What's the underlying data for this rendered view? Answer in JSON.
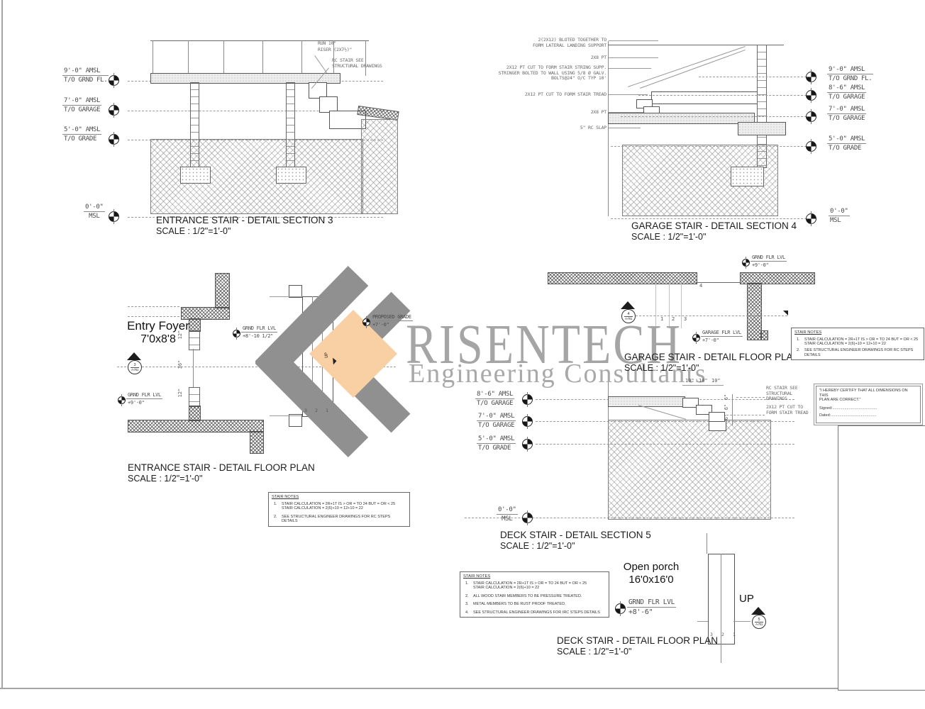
{
  "watermark": {
    "brand": "RISENTECH",
    "tagline": "Engineering Consultants",
    "brand_color": "#a5a5a5",
    "chevron_color": "#909090",
    "diamond_color": "#f8d0a4"
  },
  "s3": {
    "title": "ENTRANCE STAIR - DETAIL SECTION 3",
    "scale": "SCALE : 1/2\"=1'-0\"",
    "levels": [
      {
        "e": "9'-0\" AMSL",
        "t": "T/O GRND FL."
      },
      {
        "e": "7'-0\" AMSL",
        "t": "T/O GARAGE"
      },
      {
        "e": "5'-0\" AMSL",
        "t": "T/O GRADE"
      },
      {
        "e": "0'-0\"",
        "t": "MSL"
      }
    ],
    "run": "RUN 10\"",
    "riser": "RISER (2X7½)\"",
    "rc1": "RC STAIR SEE",
    "rc2": "STRUCTURAL DRAWINGS"
  },
  "s4": {
    "title": "GARAGE STAIR - DETAIL SECTION 4",
    "scale": "SCALE : 1/2\"=1'-0\"",
    "levels": [
      {
        "e": "9'-0\" AMSL",
        "t": "T/O GRND FL."
      },
      {
        "e": "8'-6\" AMSL",
        "t": "T/O GARAGE"
      },
      {
        "e": "7'-0\" AMSL",
        "t": "T/O GARAGE"
      },
      {
        "e": "5'-0\" AMSL",
        "t": "T/O GRADE"
      },
      {
        "e": "0'-0\"",
        "t": "MSL"
      }
    ],
    "c": [
      [
        "2(2X12) BLOTED TOGETHER TO",
        "FORM LATERAL LANDING SUPPORT"
      ],
      [
        "2X8 PT"
      ],
      [
        "2X12 PT CUT TO FORM STAIR STRING SUPP.",
        "STRINGER BOLTED TO WALL USING 5/8 Ø GALV.",
        "BOLTS@24\" O/C TYP 10'"
      ],
      [
        "2X12 PT CUT TO FORM STAIR TREAD"
      ],
      [
        "2X8 PT"
      ],
      [
        "5\" RC SLAP"
      ]
    ]
  },
  "fpe": {
    "title": "ENTRANCE STAIR - DETAIL FLOOR PLAN",
    "scale": "SCALE : 1/2\"=1'-0\"",
    "room": "Entry Foyer",
    "size": "7'0x8'8",
    "dims": [
      "12\"",
      "36\"",
      "12\""
    ],
    "lvl_mid": [
      "GRND FLR LVL",
      "+8'-10 1/2\""
    ],
    "lvl_grade": [
      "PROPOSED GRADE",
      "+7'-0\""
    ],
    "lvl_grnd": [
      "GRND FLR LVL",
      "+9'-0\""
    ],
    "up": "UP",
    "treads": [
      "3",
      "2",
      "1"
    ],
    "marker": {
      "n": "3",
      "s": "A-701"
    }
  },
  "fpg": {
    "title": "GARAGE STAIR - DETAIL FLOOR PLAN",
    "scale": "SCALE : 1/2\"=1'-0\"",
    "lvl_grnd": [
      "GRND FLR LVL",
      "+9'-0\""
    ],
    "lvl_garage": [
      "GARAGE FLR LVL",
      "+7'-0\""
    ],
    "treads": [
      "1",
      "2",
      "3"
    ],
    "landing": "4",
    "marker": {
      "n": "4",
      "s": "A-701"
    }
  },
  "s5": {
    "title": "DECK STAIR - DETAIL SECTION 5",
    "scale": "SCALE : 1/2\"=1'-0\"",
    "levels": [
      {
        "e": "8'-6\" AMSL",
        "t": "T/O GARAGE"
      },
      {
        "e": "7'-0\" AMSL",
        "t": "T/O GARAGE"
      },
      {
        "e": "5'-0\" AMSL",
        "t": "T/O GRADE"
      },
      {
        "e": "0'-0\"",
        "t": "MSL"
      }
    ],
    "dims_top": [
      "10\"",
      "10\"",
      "10\""
    ],
    "dims_side": [
      "6\"",
      "6\"",
      "6\""
    ],
    "c1": [
      "RC STAIR SEE",
      "STRUCTURAL",
      "DRAWINGS"
    ],
    "c2": [
      "2X12 PT CUT TO",
      "FORM STAIR TREAD"
    ]
  },
  "fpd": {
    "title": "DECK STAIR - DETAIL FLOOR PLAN",
    "scale": "SCALE : 1/2\"=1'-0\"",
    "porch": "Open porch",
    "size": "16'0x16'0",
    "lvl": [
      "GRND FLR LVL",
      "+8'-6\""
    ],
    "up": "UP",
    "treads": [
      "3",
      "2",
      "1"
    ],
    "marker": {
      "n": "5",
      "s": "A-701"
    }
  },
  "notes_a": {
    "heading": "STAIR NOTES",
    "n1": "1.",
    "n1l1": "STAIR CALCULATION = 2R+1T IS > OR = TO 24 BUT = OR < 25",
    "n1l2": "STAIR CALCULATION = 2(6)+10 = 12+10 = 22",
    "n2": "2.",
    "n2l1": "SEE STRUCTURAL ENGINEER DRAWINGS FOR RC STEPS",
    "n2l2": "DETAILS"
  },
  "notes_b": {
    "heading": "STAIR NOTES",
    "n1": "1.",
    "n1l1": "STAIR CALCULATION = 2R+1T IS > OR = TO 24 BUT = OR < 25",
    "n1l2": "STAIR CALCULATION = 2(6)+10 = 12+10 = 22",
    "n2": "2.",
    "n2l1": "SEE STRUCTURAL ENGINEER DRAWINGS FOR RC STEPS",
    "n2l2": "DETAILS"
  },
  "notes_c": {
    "heading": "STAIR NOTES",
    "n1": "1.",
    "n1l1": "STAIR CALCULATION = 2R+1T IS > OR = TO 24 BUT = OR < 25",
    "n1l2": "STAIR CALCULATION = 2(6)+10 = 22",
    "n2": "2.",
    "n2l1": "ALL WOOD STAIR MEMBERS TO BE PRESSURE TREATED.",
    "n3": "3.",
    "n3l1": "METAL MEMBERS TO BE RUST PROOF TREATED.",
    "n4": "4.",
    "n4l1": "SEE STRUCTURAL ENGINEER DRAWINGS FOR IRC STEPS DETAILS"
  },
  "cert": {
    "l1": "\"I HEREBY CERTIFY THAT ALL DIMENSIONS ON THIS",
    "l2": "PLAN ARE CORRECT.\"",
    "signed": "Signed:.........................................",
    "dated": "Dated:.........................................."
  }
}
